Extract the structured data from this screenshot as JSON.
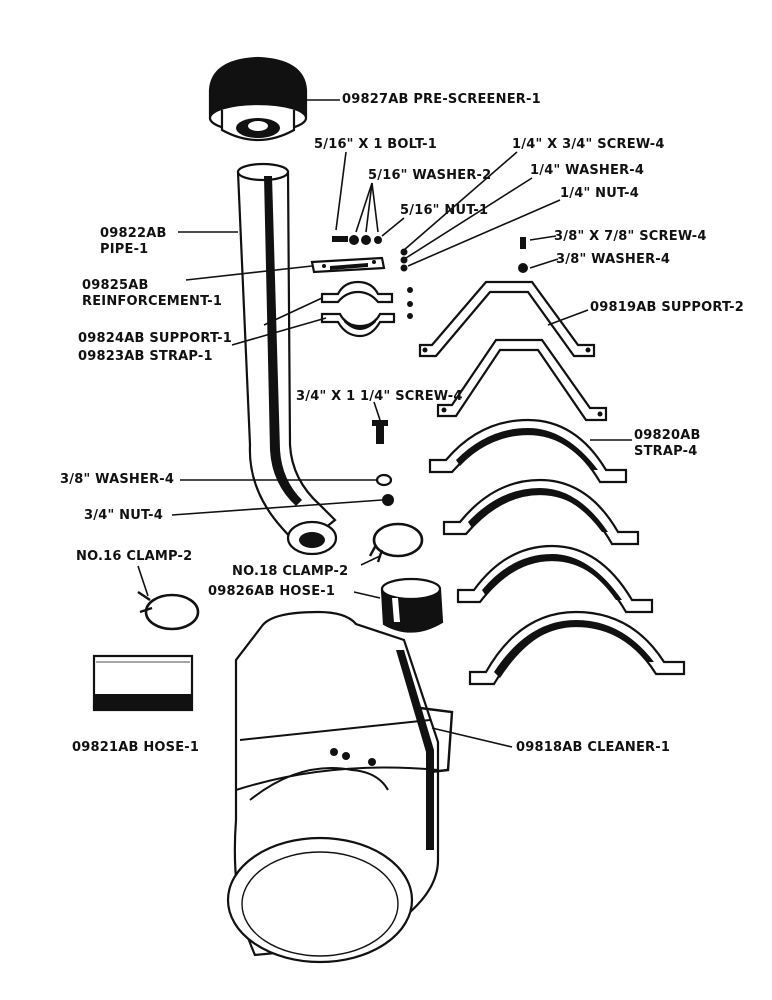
{
  "labels": {
    "pre_screener": "09827AB PRE-SCREENER-1",
    "bolt": "5/16\" X 1 BOLT-1",
    "washer_516": "5/16\" WASHER-2",
    "nut_516": "5/16\" NUT-1",
    "screw_14": "1/4\" X 3/4\" SCREW-4",
    "washer_14": "1/4\" WASHER-4",
    "nut_14": "1/4\" NUT-4",
    "screw_38": "3/8\" X 7/8\" SCREW-4",
    "washer_38_top": "3/8\" WASHER-4",
    "pipe_line1": "09822AB",
    "pipe_line2": "PIPE-1",
    "reinforcement_line1": "09825AB",
    "reinforcement_line2": "REINFORCEMENT-1",
    "support_1": "09824AB SUPPORT-1",
    "strap_1": "09823AB STRAP-1",
    "support_2": "09819AB SUPPORT-2",
    "screw_34": "3/4\" X 1 1/4\" SCREW-4",
    "strap_4_line1": "09820AB",
    "strap_4_line2": "STRAP-4",
    "washer_38_mid": "3/8\" WASHER-4",
    "nut_34": "3/4\" NUT-4",
    "clamp_16": "NO.16 CLAMP-2",
    "clamp_18": "NO.18 CLAMP-2",
    "hose_26": "09826AB HOSE-1",
    "hose_21": "09821AB HOSE-1",
    "cleaner": "09818AB CLEANER-1"
  },
  "colors": {
    "ink": "#111111",
    "paper": "#ffffff"
  }
}
